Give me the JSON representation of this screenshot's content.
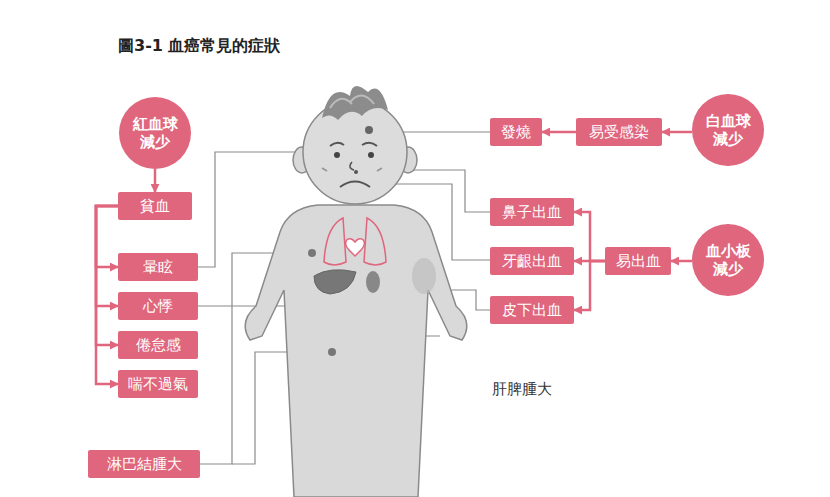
{
  "diagram": {
    "title": "圖3-1 血癌常見的症狀",
    "nodes": [
      {
        "text": [
          "紅血球 減少"
        ]
      },
      {
        "text": [
          "貧血"
        ]
      },
      {
        "text": [
          "暈眩"
        ]
      },
      {
        "text": [
          "心悸"
        ]
      },
      {
        "text": [
          "倦怠感"
        ]
      },
      {
        "text": [
          "喘不過氣"
        ]
      },
      {
        "text": [
          "淋巴結腫大"
        ]
      },
      {
        "text": [
          "發燒"
        ]
      },
      {
        "text": [
          "易受感染"
        ]
      },
      {
        "text": [
          "白血球 減少"
        ]
      },
      {
        "text": [
          "鼻子出血"
        ]
      },
      {
        "text": [
          "牙齦出血"
        ]
      },
      {
        "text": [
          "皮下出血"
        ]
      },
      {
        "text": [
          "易出血"
        ]
      },
      {
        "text": [
          "血小板 減少"
        ]
      }
    ],
    "edges": [
      {
        "from": 0,
        "to": 1,
        "arrow": "to"
      },
      {
        "from": 1,
        "to": 2,
        "arrow": "to"
      },
      {
        "from": 1,
        "to": 3,
        "arrow": "to"
      },
      {
        "from": 1,
        "to": 4,
        "arrow": "to"
      },
      {
        "from": 1,
        "to": 5,
        "arrow": "to"
      },
      {
        "from": 9,
        "to": 8,
        "arrow": "to"
      },
      {
        "from": 8,
        "to": 7,
        "arrow": "to"
      },
      {
        "from": 14,
        "to": 13,
        "arrow": "to"
      },
      {
        "from": 13,
        "to": 10,
        "arrow": "to"
      },
      {
        "from": 13,
        "to": 11,
        "arrow": "to"
      },
      {
        "from": 13,
        "to": 12,
        "arrow": "to"
      }
    ],
    "labels": [
      "肝脾腫大"
    ]
  }
}
